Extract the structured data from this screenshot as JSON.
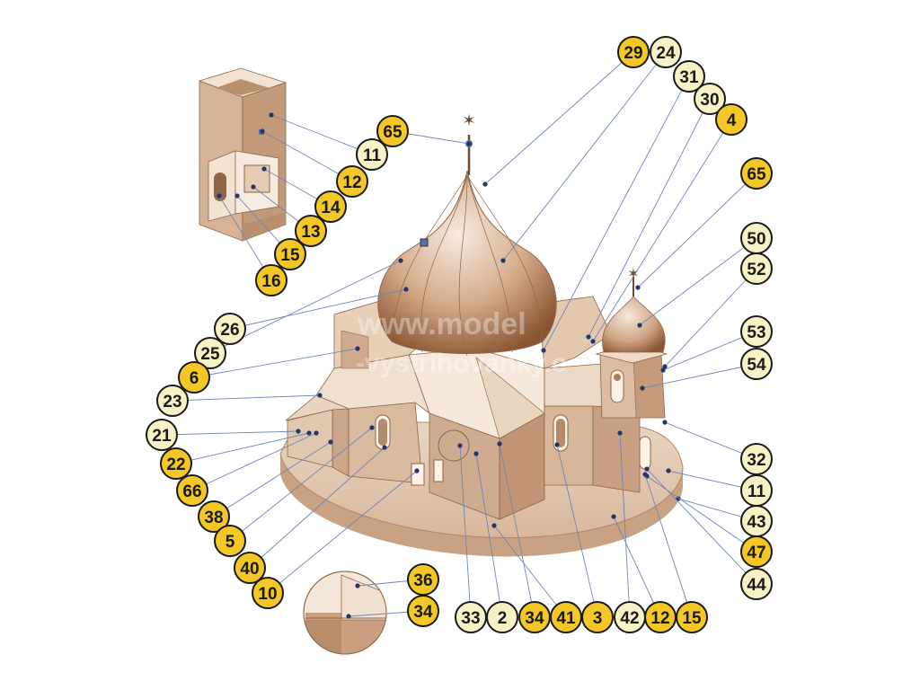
{
  "watermark": {
    "line1": "www.model",
    "line2": "-vystrihovanky.c"
  },
  "colors": {
    "callout_light": "#f7f1c6",
    "callout_yellow": "#f3c826",
    "callout_border": "#1a1a1a",
    "leader": "#6f86b8",
    "model_light": "#e9d2bc",
    "model_mid": "#c8a586",
    "model_dark": "#8f5e3c",
    "model_roof": "#f4e6d8"
  },
  "callouts": [
    {
      "id": "c29",
      "label": "29",
      "style": "yellow"
    },
    {
      "id": "c24",
      "label": "24",
      "style": "light"
    },
    {
      "id": "c31",
      "label": "31",
      "style": "light"
    },
    {
      "id": "c30",
      "label": "30",
      "style": "light"
    },
    {
      "id": "c4",
      "label": "4",
      "style": "yellow"
    },
    {
      "id": "c65r",
      "label": "65",
      "style": "yellow"
    },
    {
      "id": "c50",
      "label": "50",
      "style": "light"
    },
    {
      "id": "c52",
      "label": "52",
      "style": "light"
    },
    {
      "id": "c53",
      "label": "53",
      "style": "light"
    },
    {
      "id": "c54",
      "label": "54",
      "style": "light"
    },
    {
      "id": "c32",
      "label": "32",
      "style": "light"
    },
    {
      "id": "c11r",
      "label": "11",
      "style": "light"
    },
    {
      "id": "c43",
      "label": "43",
      "style": "light"
    },
    {
      "id": "c47",
      "label": "47",
      "style": "yellow"
    },
    {
      "id": "c44",
      "label": "44",
      "style": "light"
    },
    {
      "id": "c65t",
      "label": "65",
      "style": "yellow"
    },
    {
      "id": "c11t",
      "label": "11",
      "style": "light"
    },
    {
      "id": "c12t",
      "label": "12",
      "style": "yellow"
    },
    {
      "id": "c14",
      "label": "14",
      "style": "yellow"
    },
    {
      "id": "c13",
      "label": "13",
      "style": "yellow"
    },
    {
      "id": "c15t",
      "label": "15",
      "style": "yellow"
    },
    {
      "id": "c16",
      "label": "16",
      "style": "yellow"
    },
    {
      "id": "c26",
      "label": "26",
      "style": "light"
    },
    {
      "id": "c25",
      "label": "25",
      "style": "light"
    },
    {
      "id": "c6",
      "label": "6",
      "style": "yellow"
    },
    {
      "id": "c23",
      "label": "23",
      "style": "light"
    },
    {
      "id": "c21",
      "label": "21",
      "style": "light"
    },
    {
      "id": "c22",
      "label": "22",
      "style": "yellow"
    },
    {
      "id": "c66",
      "label": "66",
      "style": "yellow"
    },
    {
      "id": "c38",
      "label": "38",
      "style": "yellow"
    },
    {
      "id": "c5",
      "label": "5",
      "style": "yellow"
    },
    {
      "id": "c40",
      "label": "40",
      "style": "yellow"
    },
    {
      "id": "c10",
      "label": "10",
      "style": "yellow"
    },
    {
      "id": "c36",
      "label": "36",
      "style": "yellow"
    },
    {
      "id": "c34i",
      "label": "34",
      "style": "yellow"
    },
    {
      "id": "c33",
      "label": "33",
      "style": "light"
    },
    {
      "id": "c2",
      "label": "2",
      "style": "light"
    },
    {
      "id": "c34b",
      "label": "34",
      "style": "yellow"
    },
    {
      "id": "c41",
      "label": "41",
      "style": "yellow"
    },
    {
      "id": "c3",
      "label": "3",
      "style": "yellow"
    },
    {
      "id": "c42",
      "label": "42",
      "style": "light"
    },
    {
      "id": "c12b",
      "label": "12",
      "style": "yellow"
    },
    {
      "id": "c15b",
      "label": "15",
      "style": "yellow"
    }
  ]
}
